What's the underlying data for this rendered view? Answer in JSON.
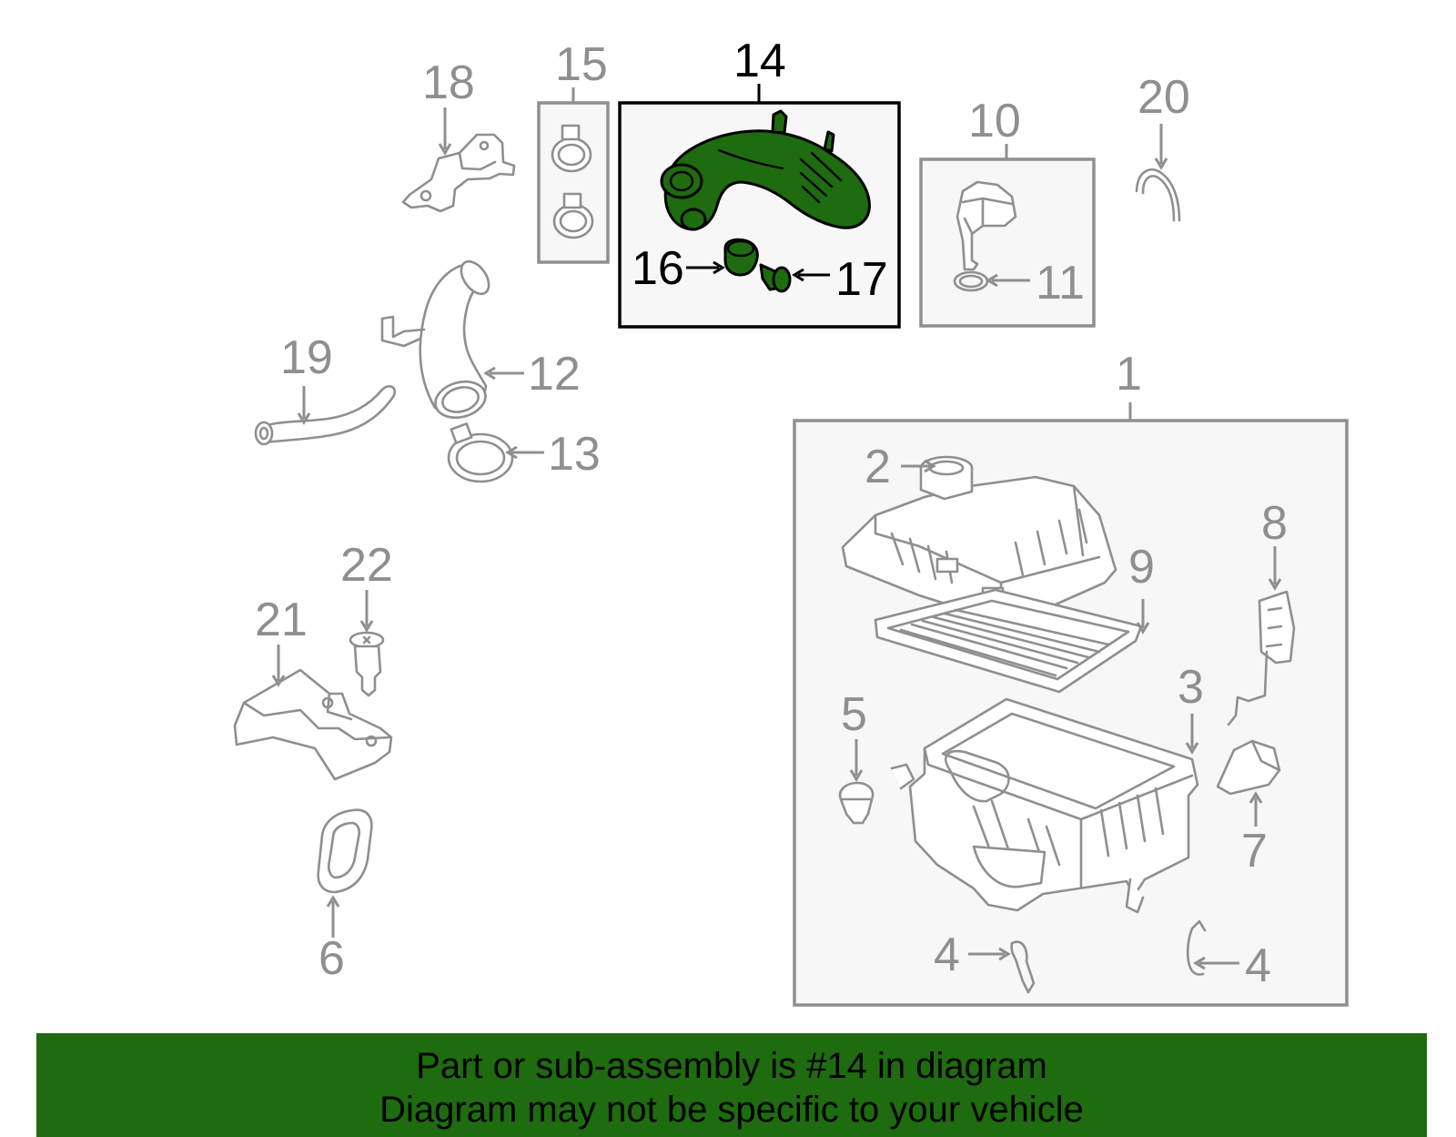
{
  "callouts": [
    {
      "id": "c1",
      "text": "1"
    },
    {
      "id": "c2",
      "text": "2"
    },
    {
      "id": "c3",
      "text": "3"
    },
    {
      "id": "c4a",
      "text": "4"
    },
    {
      "id": "c4b",
      "text": "4"
    },
    {
      "id": "c5",
      "text": "5"
    },
    {
      "id": "c6",
      "text": "6"
    },
    {
      "id": "c7",
      "text": "7"
    },
    {
      "id": "c8",
      "text": "8"
    },
    {
      "id": "c9",
      "text": "9"
    },
    {
      "id": "c10",
      "text": "10"
    },
    {
      "id": "c11",
      "text": "11"
    },
    {
      "id": "c12",
      "text": "12"
    },
    {
      "id": "c13",
      "text": "13"
    },
    {
      "id": "c14",
      "text": "14"
    },
    {
      "id": "c15",
      "text": "15"
    },
    {
      "id": "c16",
      "text": "16"
    },
    {
      "id": "c17",
      "text": "17"
    },
    {
      "id": "c18",
      "text": "18"
    },
    {
      "id": "c19",
      "text": "19"
    },
    {
      "id": "c20",
      "text": "20"
    },
    {
      "id": "c21",
      "text": "21"
    },
    {
      "id": "c22",
      "text": "22"
    }
  ],
  "highlighted_part": "14",
  "colors": {
    "highlight_fill": "#1e6b10",
    "part_stroke": "#8f8f8f",
    "footer_background": "#1e6b10"
  },
  "footer": {
    "line1": "Part or sub-assembly is #14 in diagram",
    "line2": "Diagram may not be specific to your vehicle"
  }
}
